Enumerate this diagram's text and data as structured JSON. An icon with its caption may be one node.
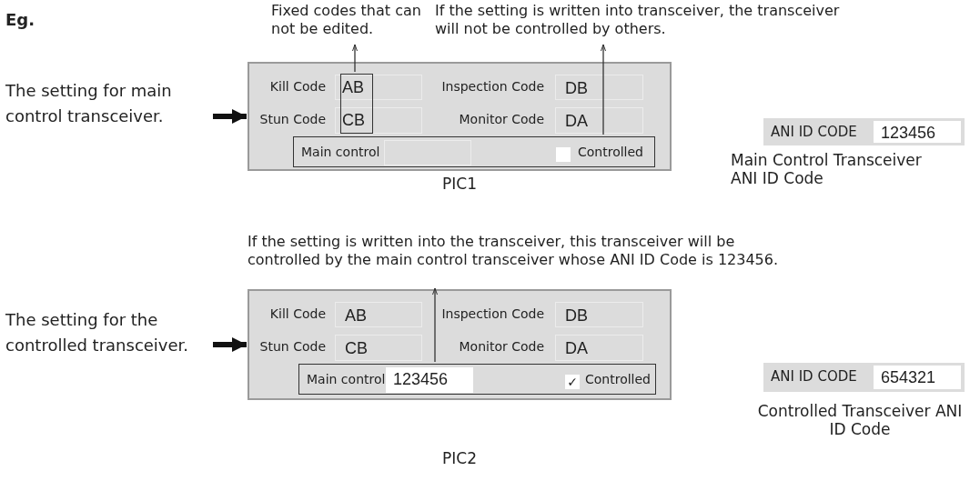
{
  "diagram": {
    "nodes": [
      {
        "text": [
          "Fixed codes that can not be edited."
        ]
      },
      {
        "text": [
          "If the setting is written into transceiver, the transceiver will not be controlled by others."
        ]
      },
      {
        "text": [
          "The setting for main control transceiver."
        ]
      },
      {
        "text": [],
        "shape": "box",
        "beside": [
          "PIC1"
        ]
      },
      {
        "text": [],
        "shape": "box",
        "in": 3
      },
      {
        "text": [
          "AB"
        ]
      },
      {
        "text": [
          "DB"
        ],
        "in": 3
      },
      {
        "text": [
          "CB"
        ]
      },
      {
        "text": [
          "DA"
        ],
        "in": 3
      },
      {
        "text": [
          "Main control",
          "Controlled"
        ],
        "in": 3
      },
      {
        "text": [],
        "shape": "box",
        "in": 9
      },
      {
        "text": [],
        "shape": "box",
        "in": 9
      },
      {
        "text": [
          "ANI ID CODE"
        ],
        "beside": [
          "Main Control Transceiver ANI ID Code"
        ]
      },
      {
        "text": [
          "123456"
        ],
        "in": 12
      },
      {
        "text": [
          "If the setting is written into the transceiver, this transceiver will be controlled by the main control transceiver whose ANI ID Code is 123456."
        ]
      },
      {
        "text": [
          "The setting for the controlled transceiver."
        ]
      },
      {
        "text": [],
        "shape": "box",
        "beside": [
          "PIC2"
        ]
      },
      {
        "text": [
          "AB"
        ],
        "in": 16
      },
      {
        "text": [
          "DB"
        ],
        "in": 16
      },
      {
        "text": [
          "CB"
        ],
        "in": 16
      },
      {
        "text": [
          "DA"
        ],
        "in": 16
      },
      {
        "text": [
          "Main control",
          "Controlled"
        ],
        "in": 16
      },
      {
        "text": [
          "123456"
        ],
        "in": 21
      },
      {
        "text": [
          "✓"
        ],
        "in": 21
      },
      {
        "text": [
          "ANI ID CODE"
        ],
        "beside": [
          "Controlled Transceiver ANI ID Code"
        ]
      },
      {
        "text": [
          "654321"
        ],
        "in": 24
      },
      {
        "text": [],
        "shape": "box",
        "in": 3
      },
      {
        "text": [],
        "shape": "box",
        "in": 3
      }
    ],
    "edges": [
      {
        "from": 4,
        "to": 0,
        "arrow": "to"
      },
      {
        "from": 9,
        "to": 1,
        "arrow": "to"
      },
      {
        "from": 2,
        "to": 3,
        "arrow": "to",
        "style": "thick"
      },
      {
        "from": 21,
        "to": 14,
        "arrow": "to"
      },
      {
        "from": 15,
        "to": 16,
        "arrow": "to",
        "style": "thick"
      }
    ],
    "labels": [
      "Eg.",
      "Kill Code",
      "Inspection Code",
      "Stun Code",
      "Monitor Code",
      "Kill Code",
      "Inspection Code",
      "Stun Code",
      "Monitor Code"
    ]
  }
}
